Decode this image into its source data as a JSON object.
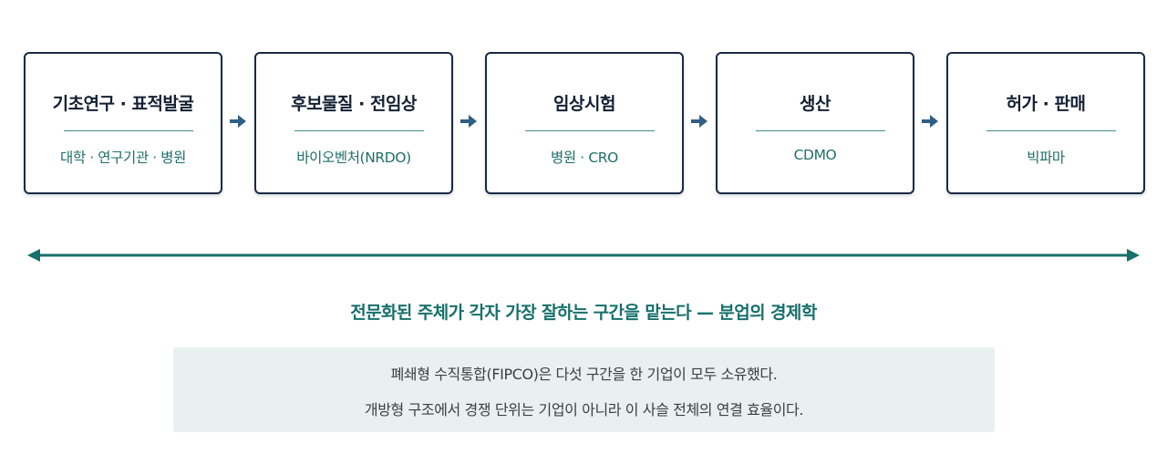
{
  "stages": [
    {
      "title": "기초연구 · 표적발굴",
      "subtitle": "대학 · 연구기관 · 병원"
    },
    {
      "title": "후보물질 · 전임상",
      "subtitle": "바이오벤처(NRDO)"
    },
    {
      "title": "임상시험",
      "subtitle": "병원 · CRO"
    },
    {
      "title": "생산",
      "subtitle": "CDMO"
    },
    {
      "title": "허가 · 판매",
      "subtitle": "빅파마"
    }
  ],
  "headline": "전문화된 주체가 각자 가장 잘하는 구간을 맡는다 — 분업의 경제학",
  "note": {
    "line1": "폐쇄형 수직통합(FIPCO)은 다섯 구간을 한 기업이 모두 소유했다.",
    "line2": "개방형 구조에서 경쟁 단위는 기업이 아니라 이 사슬 전체의 연결 효율이다."
  },
  "colors": {
    "box_border": "#1a2a44",
    "step_arrow": "#2f5f85",
    "accent_teal": "#17706b",
    "note_bg": "#e9f1f0"
  }
}
